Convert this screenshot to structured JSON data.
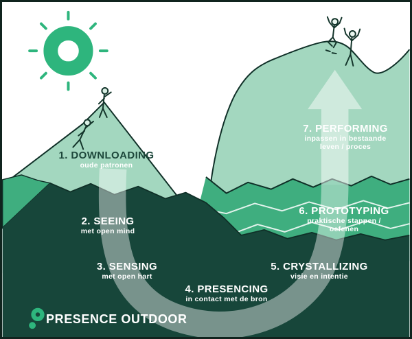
{
  "brand": {
    "name": "PRESENCE OUTDOOR"
  },
  "steps": [
    {
      "title": "1. DOWNLOADING",
      "sub": "oude patronen"
    },
    {
      "title": "2. SEEING",
      "sub": "met open mind"
    },
    {
      "title": "3. SENSING",
      "sub": "met open hart"
    },
    {
      "title": "4. PRESENCING",
      "sub": "in contact met de bron"
    },
    {
      "title": "5. CRYSTALLIZING",
      "sub": "visie en intentie"
    },
    {
      "title": "6. PROTOTYPING",
      "sub": "praktische stappen / oefenen"
    },
    {
      "title": "7. PERFORMING",
      "sub": "inpassen in bestaande\nleven / proces"
    }
  ],
  "icons": {
    "sun": "sun-icon",
    "climbing_figure": "climbing-hiker-icon",
    "lookout_figure": "lookout-hiker-icon",
    "jumping_figure": "jumping-celebration-icon",
    "cheering_figure": "cheering-celebration-icon",
    "process_arrow": "u-process-arrow",
    "logo_mark": "presence-outdoor-logo-icon"
  },
  "colors": {
    "background": "#ffffff",
    "mountain_light": "#a3d7bf",
    "mid_green": "#3fae7f",
    "dark_green": "#17463a",
    "accent_green": "#2eb57d",
    "outline": "#0f2f27",
    "arrow_white": "rgba(255,255,255,0.42)",
    "text_white": "#ffffff",
    "step1_title": "#1d473b"
  }
}
